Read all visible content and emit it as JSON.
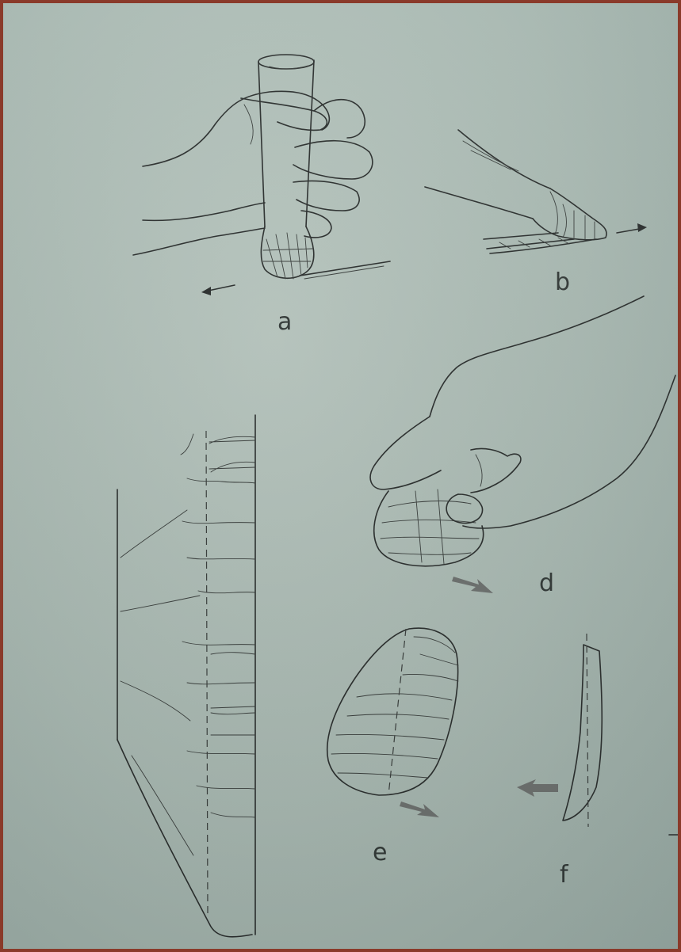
{
  "figure": {
    "labels": {
      "a": "a",
      "b": "b",
      "d": "d",
      "e": "e",
      "f": "f"
    },
    "colors": {
      "paper": "#a8b8b1",
      "ink": "#2b2f2e",
      "border": "#8a3a2a"
    }
  }
}
